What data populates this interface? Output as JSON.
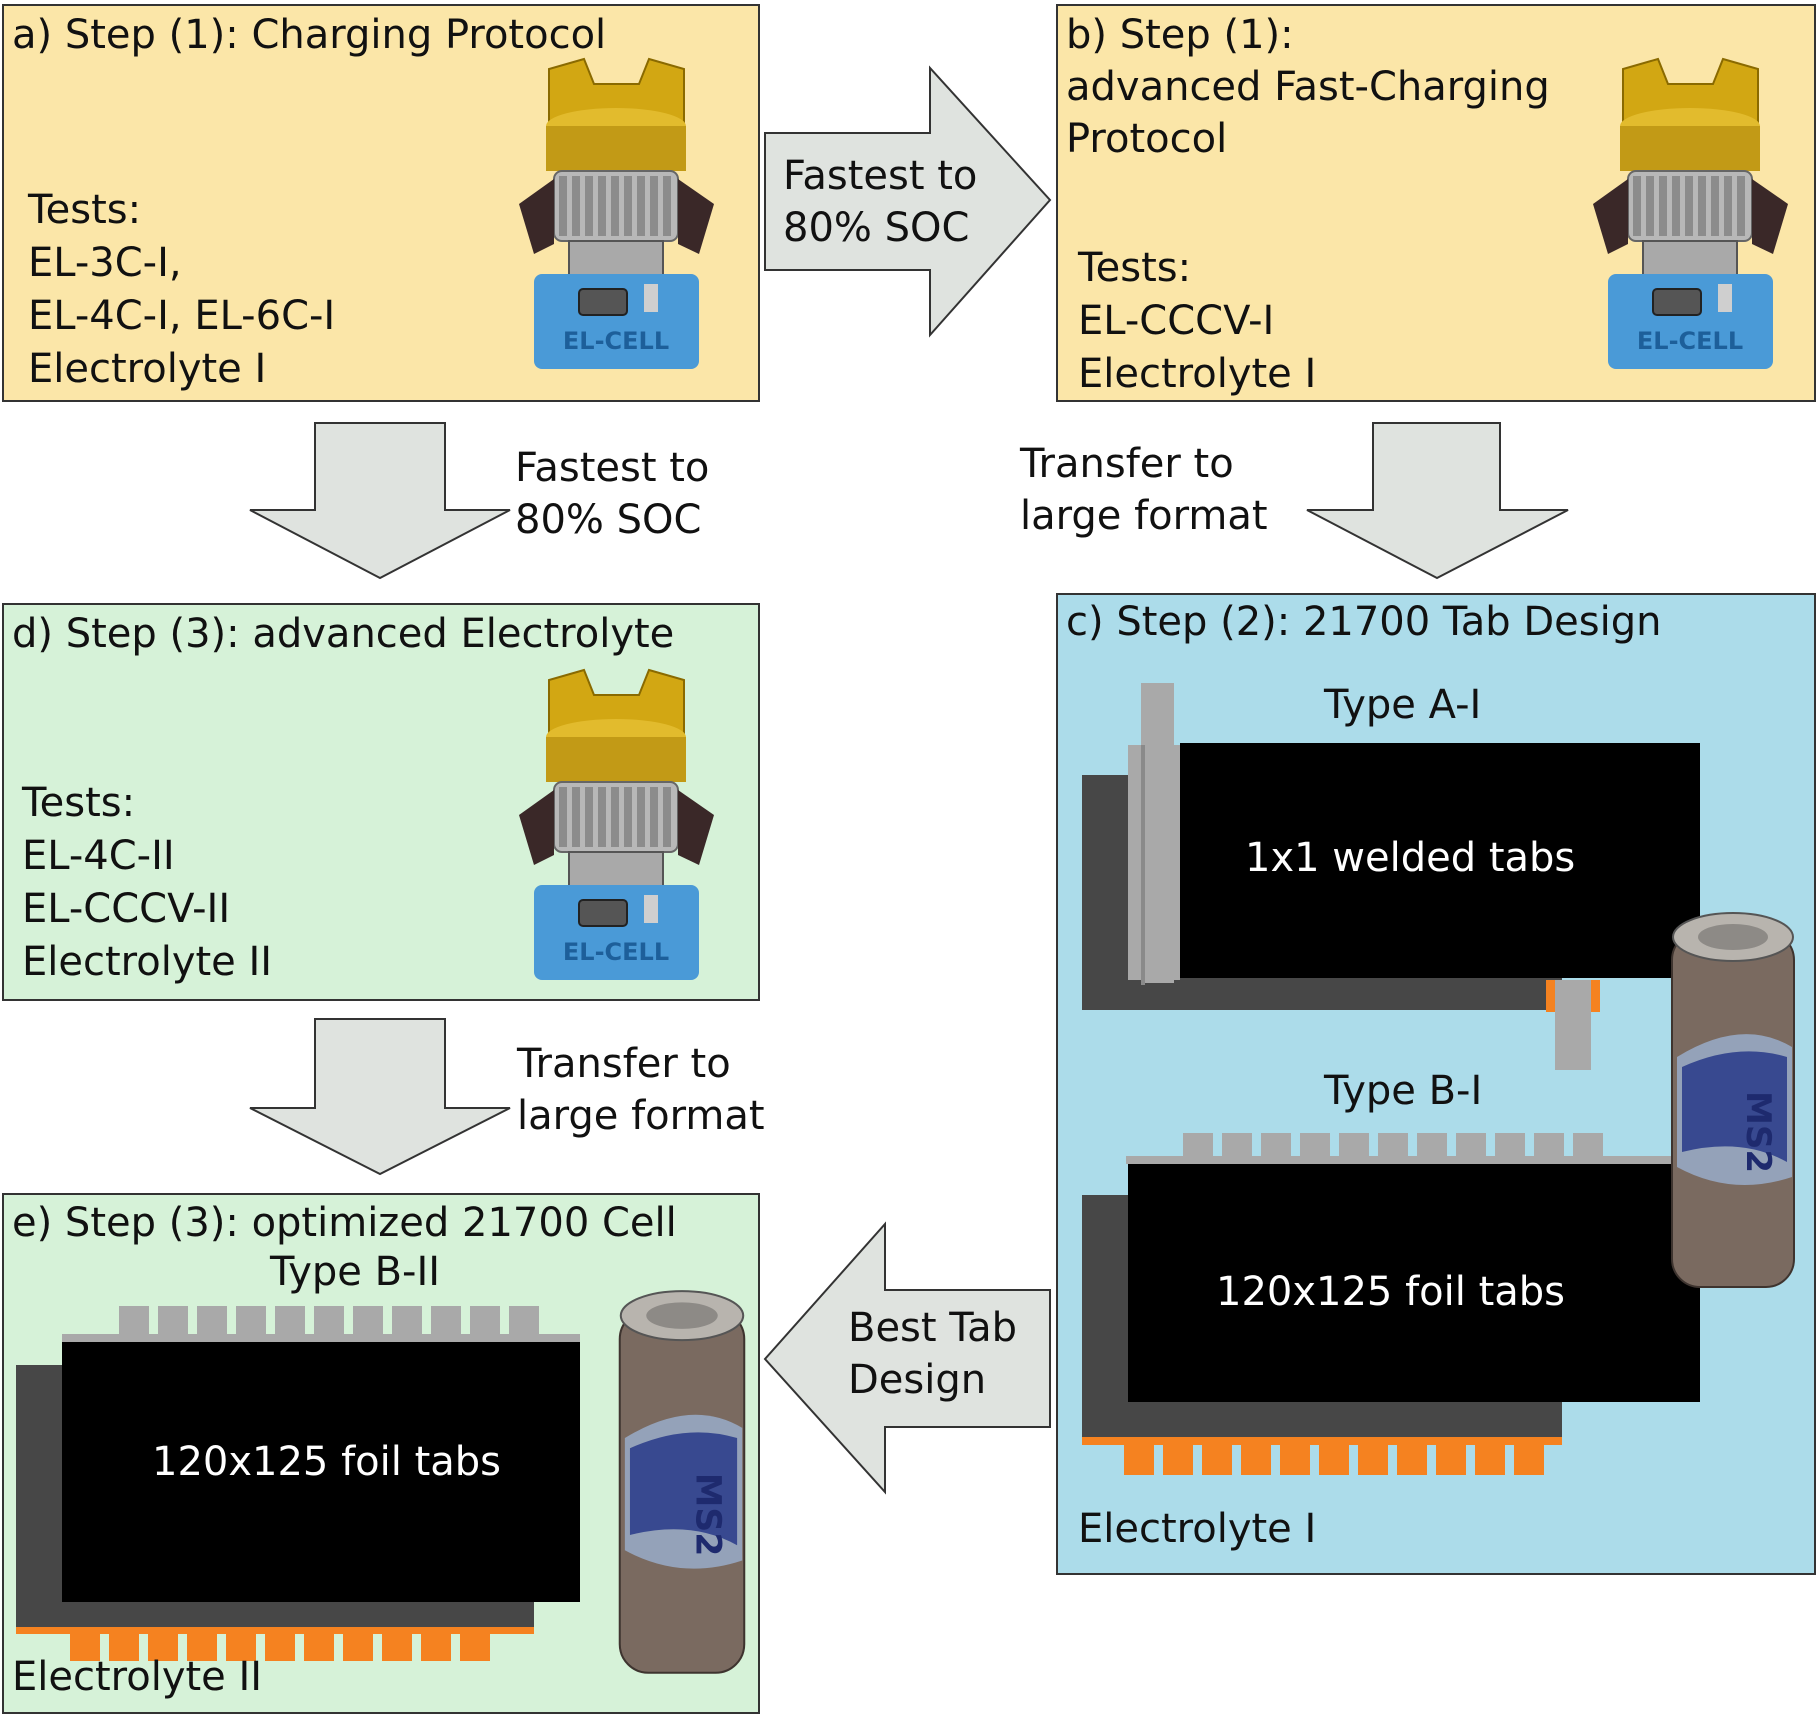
{
  "colors": {
    "yellow_panel": "#fbe6a8",
    "green_panel": "#d6f2d8",
    "blue_panel": "#acdcea",
    "arrow_fill": "#dfe3df",
    "tab_orange": "#f58220",
    "tab_gray": "#a9a9a9"
  },
  "panel_a": {
    "title": "a) Step (1): Charging Protocol",
    "tests_label": "Tests:",
    "lines": [
      "EL-3C-I,",
      "EL-4C-I, EL-6C-I",
      "Electrolyte I"
    ],
    "device_brand": "EL-CELL",
    "device_icon": "el-cell-test-cell-icon"
  },
  "panel_b": {
    "title_lines": [
      "b) Step (1):",
      "advanced Fast-Charging",
      "Protocol"
    ],
    "tests_label": "Tests:",
    "lines": [
      "EL-CCCV-I",
      "Electrolyte I"
    ],
    "device_brand": "EL-CELL",
    "device_icon": "el-cell-test-cell-icon"
  },
  "panel_c": {
    "title": "c) Step (2): 21700 Tab Design",
    "type_a_label": "Type A-I",
    "type_a_cell": "1x1 welded tabs",
    "type_b_label": "Type B-I",
    "type_b_cell": "120x125 foil tabs",
    "electrolyte": "Electrolyte I",
    "battery_brand": "MS2",
    "battery_icon": "cylindrical-21700-cell-icon"
  },
  "panel_d": {
    "title": "d) Step (3): advanced Electrolyte",
    "tests_label": "Tests:",
    "lines": [
      "EL-4C-II",
      "EL-CCCV-II",
      "Electrolyte II"
    ],
    "device_brand": "EL-CELL",
    "device_icon": "el-cell-test-cell-icon"
  },
  "panel_e": {
    "title": "e) Step (3): optimized 21700 Cell",
    "type_label": "Type B-II",
    "cell_label": "120x125 foil tabs",
    "electrolyte": "Electrolyte II",
    "battery_brand": "MS2",
    "battery_icon": "cylindrical-21700-cell-icon"
  },
  "arrows": {
    "a_to_b": [
      "Fastest to",
      "80% SOC"
    ],
    "a_to_d": [
      "Fastest to",
      "80% SOC"
    ],
    "b_to_c": [
      "Transfer to",
      "large format"
    ],
    "d_to_e": [
      "Transfer to",
      "large format"
    ],
    "c_to_e": [
      "Best Tab",
      "Design"
    ]
  }
}
